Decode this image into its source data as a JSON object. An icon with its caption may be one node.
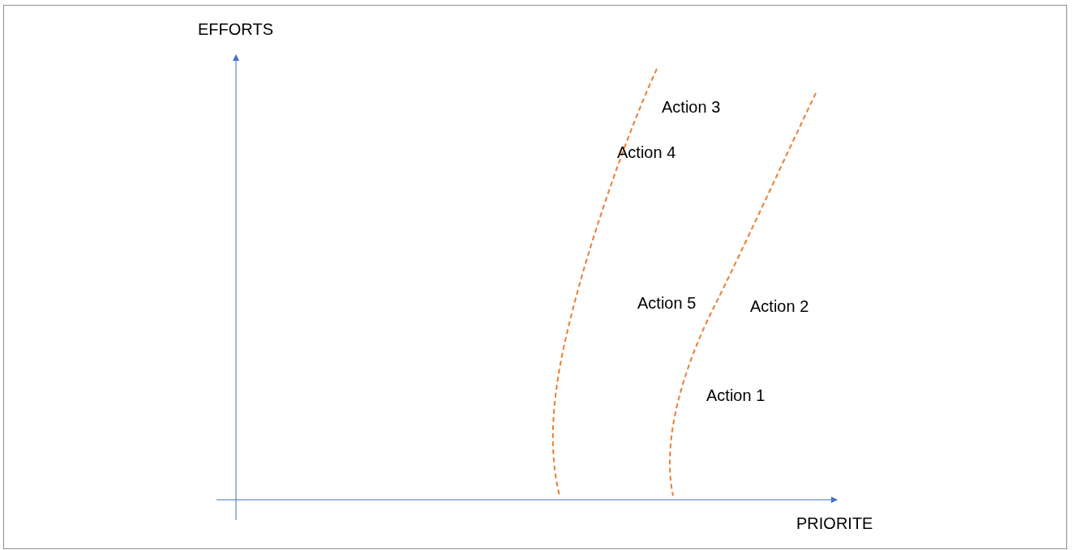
{
  "diagram": {
    "labels": [
      "EFFORTS",
      "Action 3",
      "Action 4",
      "Action 5",
      "Action 2",
      "Action 1",
      "PRIORITE"
    ]
  }
}
